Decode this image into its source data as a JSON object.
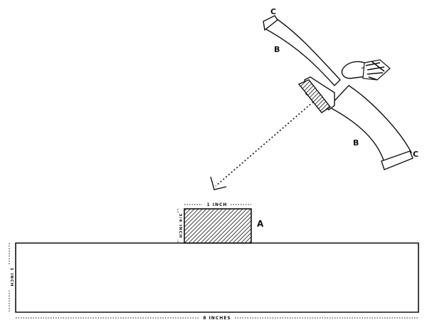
{
  "labels": {
    "a": "A",
    "b_top": "B",
    "b_bottom": "B",
    "c_top": "C",
    "c_bottom": "C"
  },
  "dimensions": {
    "tab_width": "1 INCH",
    "tab_height": "3/4 INCH",
    "strip_height": "1 INCH",
    "strip_length": "8 INCHES"
  }
}
